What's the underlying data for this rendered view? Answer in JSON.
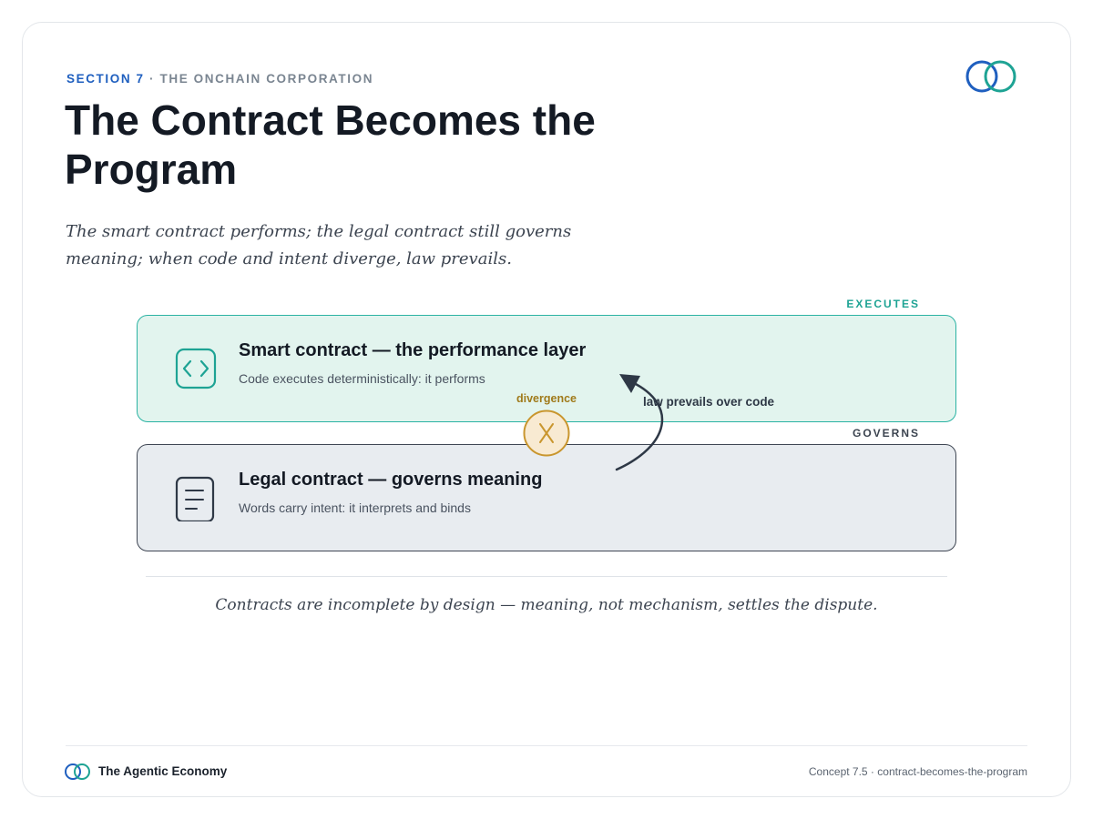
{
  "header": {
    "section_label": "SECTION 7",
    "separator": "·",
    "section_name": "THE ONCHAIN CORPORATION",
    "title": "The Contract Becomes the Program",
    "subtitle": "The smart contract performs; the legal contract still governs meaning; when code and intent diverge, law prevails."
  },
  "diagram": {
    "smart": {
      "tag": "EXECUTES",
      "title": "Smart contract — the performance layer",
      "description": "Code executes deterministically: it performs",
      "icon": "code-brackets-icon"
    },
    "legal": {
      "tag": "GOVERNS",
      "title": "Legal contract — governs meaning",
      "description": "Words carry intent: it interprets and binds",
      "icon": "document-icon"
    },
    "divergence_label": "divergence",
    "divergence_icon": "x-icon",
    "arrow_label": "law prevails over code"
  },
  "caption": "Contracts are incomplete by design — meaning, not mechanism, settles the dispute.",
  "footer": {
    "brand": "The Agentic Economy",
    "concept": "Concept 7.5 · contract-becomes-the-program"
  },
  "colors": {
    "accent_blue": "#1f5fbf",
    "accent_teal": "#1ea394",
    "smart_fill": "#e2f4ee",
    "legal_fill": "#e8ecf0",
    "divergence_gold": "#c9962e",
    "ink": "#141a24"
  }
}
